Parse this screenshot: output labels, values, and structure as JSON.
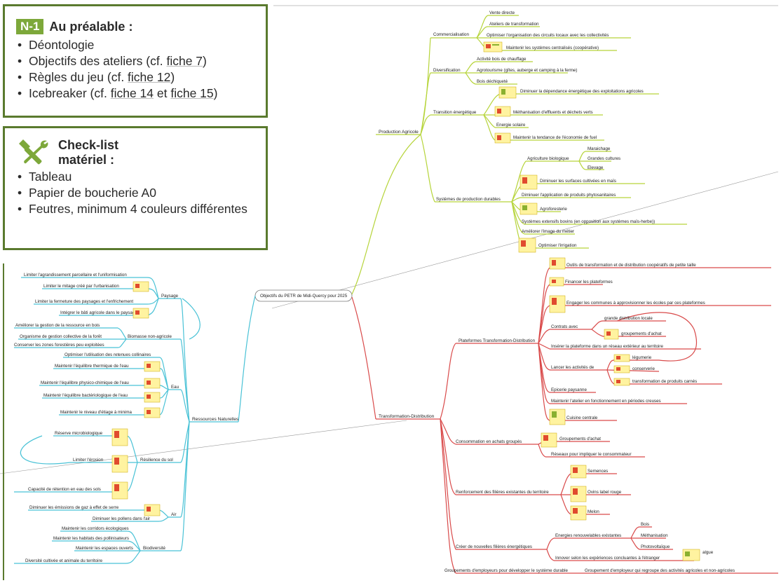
{
  "box_prealable": {
    "tag": "N-1",
    "title": "Au préalable :",
    "items": [
      {
        "pre": "Déontologie",
        "link": "",
        "mid": "",
        "link2": "",
        "post": ""
      },
      {
        "pre": "Objectifs des ateliers (cf. ",
        "link": "fiche 7",
        "mid": "",
        "link2": "",
        "post": ")"
      },
      {
        "pre": "Règles du jeu (cf. ",
        "link": "fiche 12",
        "mid": "",
        "link2": "",
        "post": ")"
      },
      {
        "pre": "Icebreaker (cf. ",
        "link": "fiche 14",
        "mid": " et ",
        "link2": "fiche 15",
        "post": ")"
      }
    ]
  },
  "box_checklist": {
    "title_line1": "Check-list",
    "title_line2": "matériel :",
    "icon": "tools-icon",
    "items": [
      "Tableau",
      "Papier de boucherie A0",
      "Feutres, minimum 4 couleurs différentes"
    ]
  },
  "mindmap": {
    "root": "Objectifs du PETR de Midi-Quercy pour 2025",
    "colors": {
      "production": "#b6d43a",
      "transformation": "#d94a4a",
      "ressources": "#49c2d6",
      "icon_yellow": "#f5c400",
      "icon_red": "#e04b2e"
    },
    "production": {
      "label": "Production Agricole",
      "commercialisation": {
        "label": "Commercialisation",
        "items": [
          "Vente directe",
          "Ateliers de transformation",
          "Optimiser l'organisation des circuits locaux avec les collectivités",
          "Maintenir les systèmes centralisés (coopérative)"
        ]
      },
      "diversification": {
        "label": "Diversification",
        "items": [
          "Activité bois de chauffage",
          "Agrotourisme (gîtes, auberge et camping à la ferme)",
          "Bois déchiqueté"
        ]
      },
      "transition": {
        "label": "Transition énergétique",
        "items": [
          "Diminuer la dépendance énergétique des exploitations agricoles",
          "Méthanisation d'effluents et déchets verts",
          "Energie solaire",
          "Maintenir la tendance de l'économie de fuel"
        ]
      },
      "durables": {
        "label": "Systèmes de production durables",
        "bio": "Agriculture biologique",
        "bio_items": [
          "Maraichage",
          "Grandes cultures",
          "Elevage"
        ],
        "items": [
          "Diminuer les surfaces cultivées en maïs",
          "Diminuer l'application de produits phytosanitaires",
          "Agroforesterie",
          "Systèmes extensifs bovins (en opposition aux systèmes maïs-herbe))",
          "Améliorer l'image du métier",
          "Optimiser l'irrigation"
        ]
      }
    },
    "transformation": {
      "label": "Transformation-Distribution",
      "plateformes": {
        "label": "Plateformes Transformation-Distribution",
        "items": [
          "Outils de transformation et de distribution coopératifs de petite taille",
          "Financer les plateformes",
          "Engager les communes à approvisionner les écoles par ces plateformes"
        ],
        "contrats": "Contrats avec",
        "contrats_items": [
          "grande distribution locale",
          "groupements d'achat"
        ],
        "inserer": "Insérer la plateforme dans un réseau extérieur au territoire",
        "lancer": "Lancer les activités de",
        "lancer_items": [
          "légumerie",
          "conserverie",
          "transformation de produits carnés"
        ],
        "others": [
          "Epicerie paysanne",
          "Maintenir l'atelier en fonctionnement en périodes creuses",
          "Cuisine centrale"
        ]
      },
      "consommation": {
        "label": "Consommation en achats groupés",
        "items": [
          "Groupements d'achat",
          "Réseaux pour impliquer le consommateur"
        ]
      },
      "renforcement": {
        "label": "Renforcement des filières existantes du territoire",
        "items": [
          "Semences",
          "Ovins label rouge",
          "Melon"
        ]
      },
      "creer": {
        "label": "Créer de nouvelles filières énergétiques",
        "energies": "Energies renouvelables existantes",
        "energies_items": [
          "Bois",
          "Méthanisation",
          "Photovoltaïque"
        ],
        "innover": "Innover selon les expériences concluantes à l'étranger",
        "algue": "algue"
      },
      "groupements": {
        "label": "Groupements d'employeurs pour développer le système durable",
        "item": "Groupement d'employeur qui regroupe des activités agricoles et non-agricoles"
      }
    },
    "ressources": {
      "label": "Ressources Naturelles",
      "paysage": {
        "label": "Paysage",
        "items": [
          "Limiter l'agrandissement parcellaire et l'uniformisation",
          "Limiter le mitage créé par l'urbanisation",
          "Limiter la fermeture des paysages et l'enfrichement",
          "Intégrer le bâti agricole dans le paysage"
        ]
      },
      "biomasse": {
        "label": "Biomasse non-agricole",
        "items": [
          "Améliorer la gestion de la ressource en bois",
          "Organisme de gestion collective de la forêt",
          "Conserver les zones forestières peu exploitées"
        ]
      },
      "eau": {
        "label": "Eau",
        "items": [
          "Optimiser l'utilisation des retenues collinaires",
          "Maintenir l'équilibre thermique de l'eau",
          "Maintenir l'équilibre physico-chimique de l'eau",
          "Maintenir l'équilibre bactériologique de l'eau",
          "Maintenir le niveau d'étiage à minima"
        ]
      },
      "resilience": {
        "label": "Résilience du sol",
        "items": [
          "Réserve microbiologique",
          "Limiter l'érosion",
          "Capacité de rétention en eau des sols"
        ]
      },
      "air": {
        "label": "Air",
        "items": [
          "Diminuer les émissions de gaz à effet de serre",
          "Diminuer les pollens dans l'air"
        ]
      },
      "biodiversite": {
        "label": "Biodiversité",
        "items": [
          "Maintenir les corridors écologiques",
          "Maintenir les habitats des pollinisateurs",
          "Maintenir les espaces ouverts",
          "Diversité cultivée et animale du territoire"
        ]
      }
    }
  }
}
